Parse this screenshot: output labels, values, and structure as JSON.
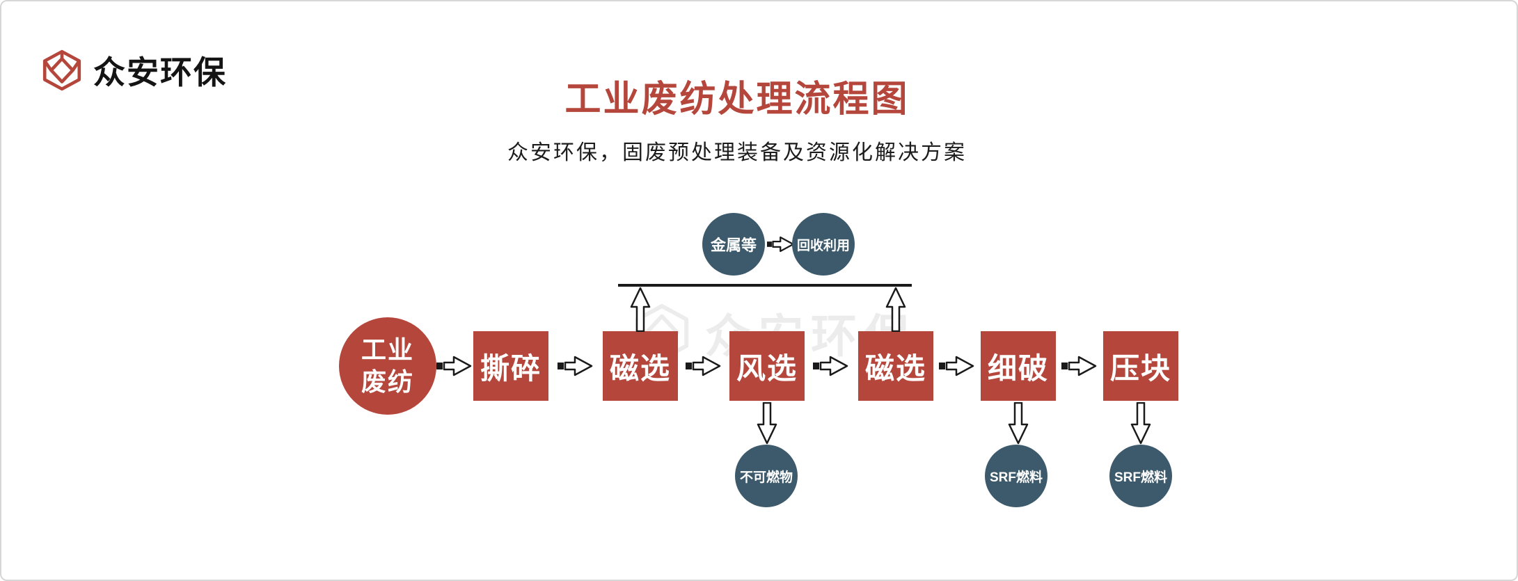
{
  "page": {
    "background": "#ffffff",
    "accent_red": "#b5463b",
    "accent_dark": "#3c5a6b",
    "line_color": "#1a1a1a"
  },
  "logo": {
    "text": "众安环保"
  },
  "header": {
    "title": "工业废纺处理流程图",
    "subtitle": "众安环保，固废预处理装备及资源化解决方案"
  },
  "watermark": {
    "text": "众安环保"
  },
  "flow": {
    "start": {
      "line1": "工业",
      "line2": "废纺"
    },
    "steps": [
      "撕碎",
      "磁选",
      "风选",
      "磁选",
      "细破",
      "压块"
    ],
    "top_branch": {
      "metal": "金属等",
      "recycle": "回收利用"
    },
    "outputs": [
      "不可燃物",
      "SRF燃料",
      "SRF燃料"
    ]
  }
}
